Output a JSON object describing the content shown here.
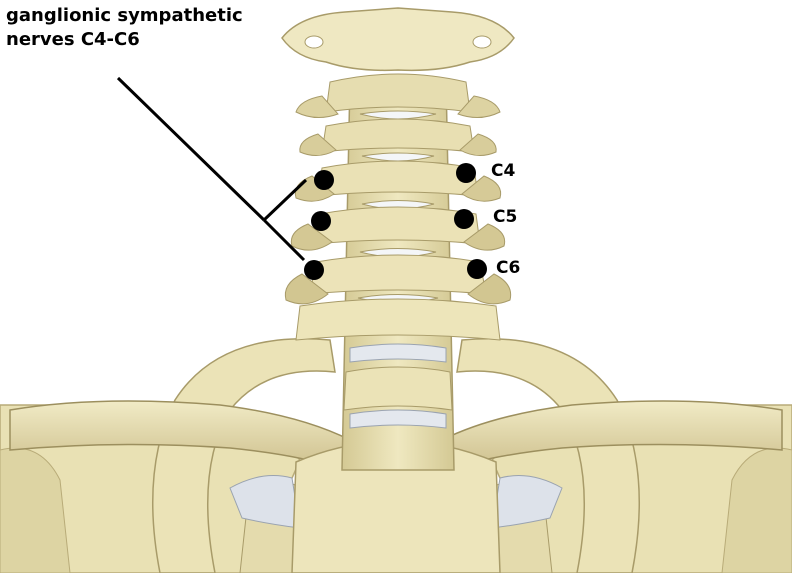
{
  "annotation": {
    "title_line1": "ganglionic sympathetic",
    "title_line2": "nerves C4-C6"
  },
  "levels": [
    {
      "label": "C4"
    },
    {
      "label": "C5"
    },
    {
      "label": "C6"
    }
  ],
  "colors": {
    "bone": "#ece4b6",
    "bone_shade": "#cfc390",
    "bone_dark": "#a79a68",
    "cartilage": "#dde2ea",
    "marker": "#000000"
  }
}
